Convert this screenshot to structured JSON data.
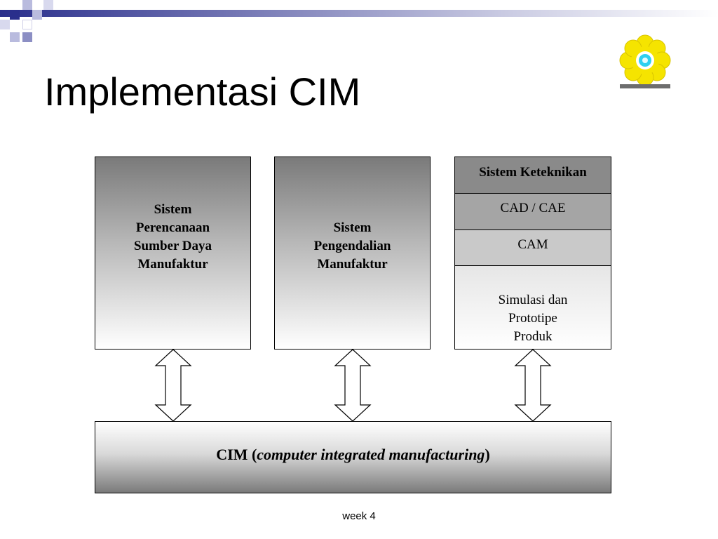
{
  "slide": {
    "title": "Implementasi CIM",
    "footer": "week 4"
  },
  "diagram": {
    "box_left": "Sistem\nPerencanaan\nSumber Daya\nManufaktur",
    "box_middle": "Sistem\nPengendalian\nManufaktur",
    "box_right": {
      "header": "Sistem Keteknikan",
      "items": [
        "CAD / CAE",
        "CAM",
        "Simulasi dan\nPrototipe\nProduk"
      ]
    },
    "cim": {
      "prefix": "CIM (",
      "italic": "computer integrated manufacturing",
      "suffix": ")"
    }
  },
  "colors": {
    "band": "#2a2f8c",
    "logo_yellow": "#f5e400",
    "logo_cyan": "#2fd0f0"
  },
  "icons": [
    "corner-decoration",
    "university-logo",
    "double-arrow-icon"
  ]
}
